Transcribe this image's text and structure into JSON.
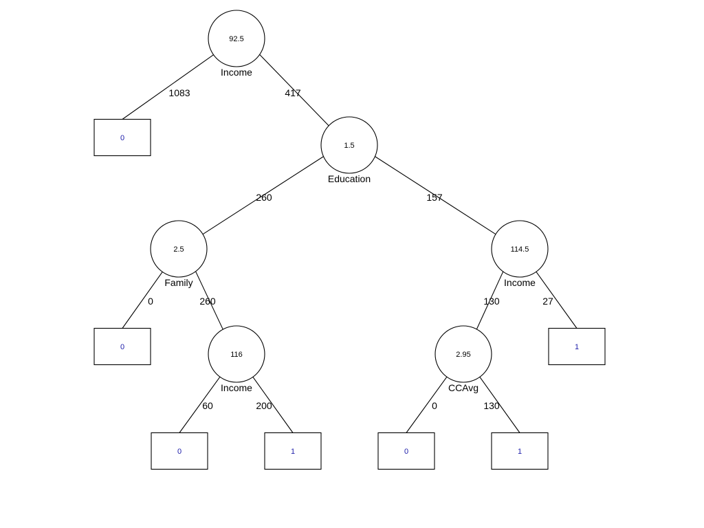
{
  "tree": {
    "nodes": [
      {
        "id": "root",
        "threshold": "92.5",
        "feature": "Income"
      },
      {
        "id": "education",
        "threshold": "1.5",
        "feature": "Education"
      },
      {
        "id": "family",
        "threshold": "2.5",
        "feature": "Family"
      },
      {
        "id": "income-right",
        "threshold": "114.5",
        "feature": "Income"
      },
      {
        "id": "income-low",
        "threshold": "116",
        "feature": "Income"
      },
      {
        "id": "ccavg",
        "threshold": "2.95",
        "feature": "CCAvg"
      }
    ],
    "leaves": [
      {
        "id": "leaf-a",
        "value": "0"
      },
      {
        "id": "leaf-b",
        "value": "0"
      },
      {
        "id": "leaf-c",
        "value": "1"
      },
      {
        "id": "leaf-d",
        "value": "0"
      },
      {
        "id": "leaf-e",
        "value": "1"
      },
      {
        "id": "leaf-f",
        "value": "0"
      },
      {
        "id": "leaf-g",
        "value": "1"
      }
    ],
    "edges": [
      {
        "from": "root",
        "to": "leaf-a",
        "count": "1083"
      },
      {
        "from": "root",
        "to": "education",
        "count": "417"
      },
      {
        "from": "education",
        "to": "family",
        "count": "260"
      },
      {
        "from": "education",
        "to": "income-right",
        "count": "157"
      },
      {
        "from": "family",
        "to": "leaf-b",
        "count": "0"
      },
      {
        "from": "family",
        "to": "income-low",
        "count": "260"
      },
      {
        "from": "income-right",
        "to": "ccavg",
        "count": "130"
      },
      {
        "from": "income-right",
        "to": "leaf-c",
        "count": "27"
      },
      {
        "from": "income-low",
        "to": "leaf-d",
        "count": "60"
      },
      {
        "from": "income-low",
        "to": "leaf-e",
        "count": "200"
      },
      {
        "from": "ccavg",
        "to": "leaf-f",
        "count": "0"
      },
      {
        "from": "ccavg",
        "to": "leaf-g",
        "count": "130"
      }
    ]
  }
}
